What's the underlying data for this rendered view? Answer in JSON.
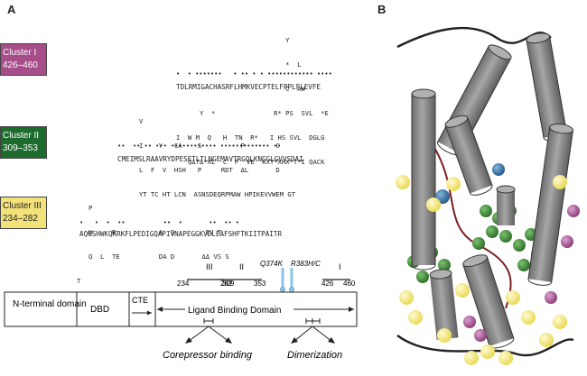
{
  "panel_a_label": "A",
  "panel_b_label": "B",
  "clusters": [
    {
      "name": "Cluster I",
      "range": "426–460",
      "color": "#a64d8a",
      "text_color": "#ffffff",
      "sequence": "TDLRMIGACHASRFLHMKVECPTELFPPLFLEVFE"
    },
    {
      "name": "Cluster II",
      "range": "309–353",
      "color": "#1e6b2e",
      "text_color": "#ffffff",
      "sequence": "CMEIMSLRAAVRYDPESETLTLNGEMAVTRGQLKNGGLGVVSDAI"
    },
    {
      "name": "Cluster III",
      "range": "234–282",
      "color": "#f3e27a",
      "text_color": "#222222",
      "sequence": "AQGSHWKQKRKFLPEDIGQAPIVNAPEGGKVDLEAFSHFTKIITPAITR"
    }
  ],
  "anno_c1": [
    "                            Y",
    "                            *  L",
    "                            C  AW",
    "      Y  *               R* PS  SVL  *E",
    "I  W M  Q   H  TN  R*   I HS SVL  DGLG",
    "   QΔTΔ*XL  C  P  VE  KXT*XHX*T*I QACK"
  ],
  "anno_c2": [
    "         V",
    "         I    Y   CA    S          P        C",
    "         L  F  V  HSH   P     RDT  ΔL       D",
    "         YT TC HT LCN  ASNSDEQRPMAW HPIKEVVWEM GT"
  ],
  "anno_c3": [
    "   P",
    "   W     R           A  G        EV T",
    "   Q  L  TE          DA D       ΔΔ VS S",
    "T      "
  ],
  "domain_labels": {
    "n_terminal": "N-terminal domain",
    "dbd": "DBD",
    "cte": "CTE",
    "lbd": "Ligand Binding Domain"
  },
  "ranges": [
    {
      "numeral": "III",
      "start": "234",
      "end": "282"
    },
    {
      "numeral": "II",
      "start": "309",
      "end": "353"
    },
    {
      "numeral": "I",
      "start": "426",
      "end": "460"
    }
  ],
  "mutations": {
    "left": "Q374K",
    "right": "R383H/C"
  },
  "annotations": {
    "corepressor": "Corepressor binding",
    "dimerization": "Dimerization"
  },
  "colors": {
    "cylinder": "#8c8c8c",
    "cylinder_dark": "#555555",
    "sphere_yellow": "#f7ec7a",
    "sphere_green": "#3f8f3a",
    "sphere_purple": "#b05a9a",
    "sphere_blue": "#2f6fa8",
    "mutation_blue": "#8ec4e6"
  }
}
